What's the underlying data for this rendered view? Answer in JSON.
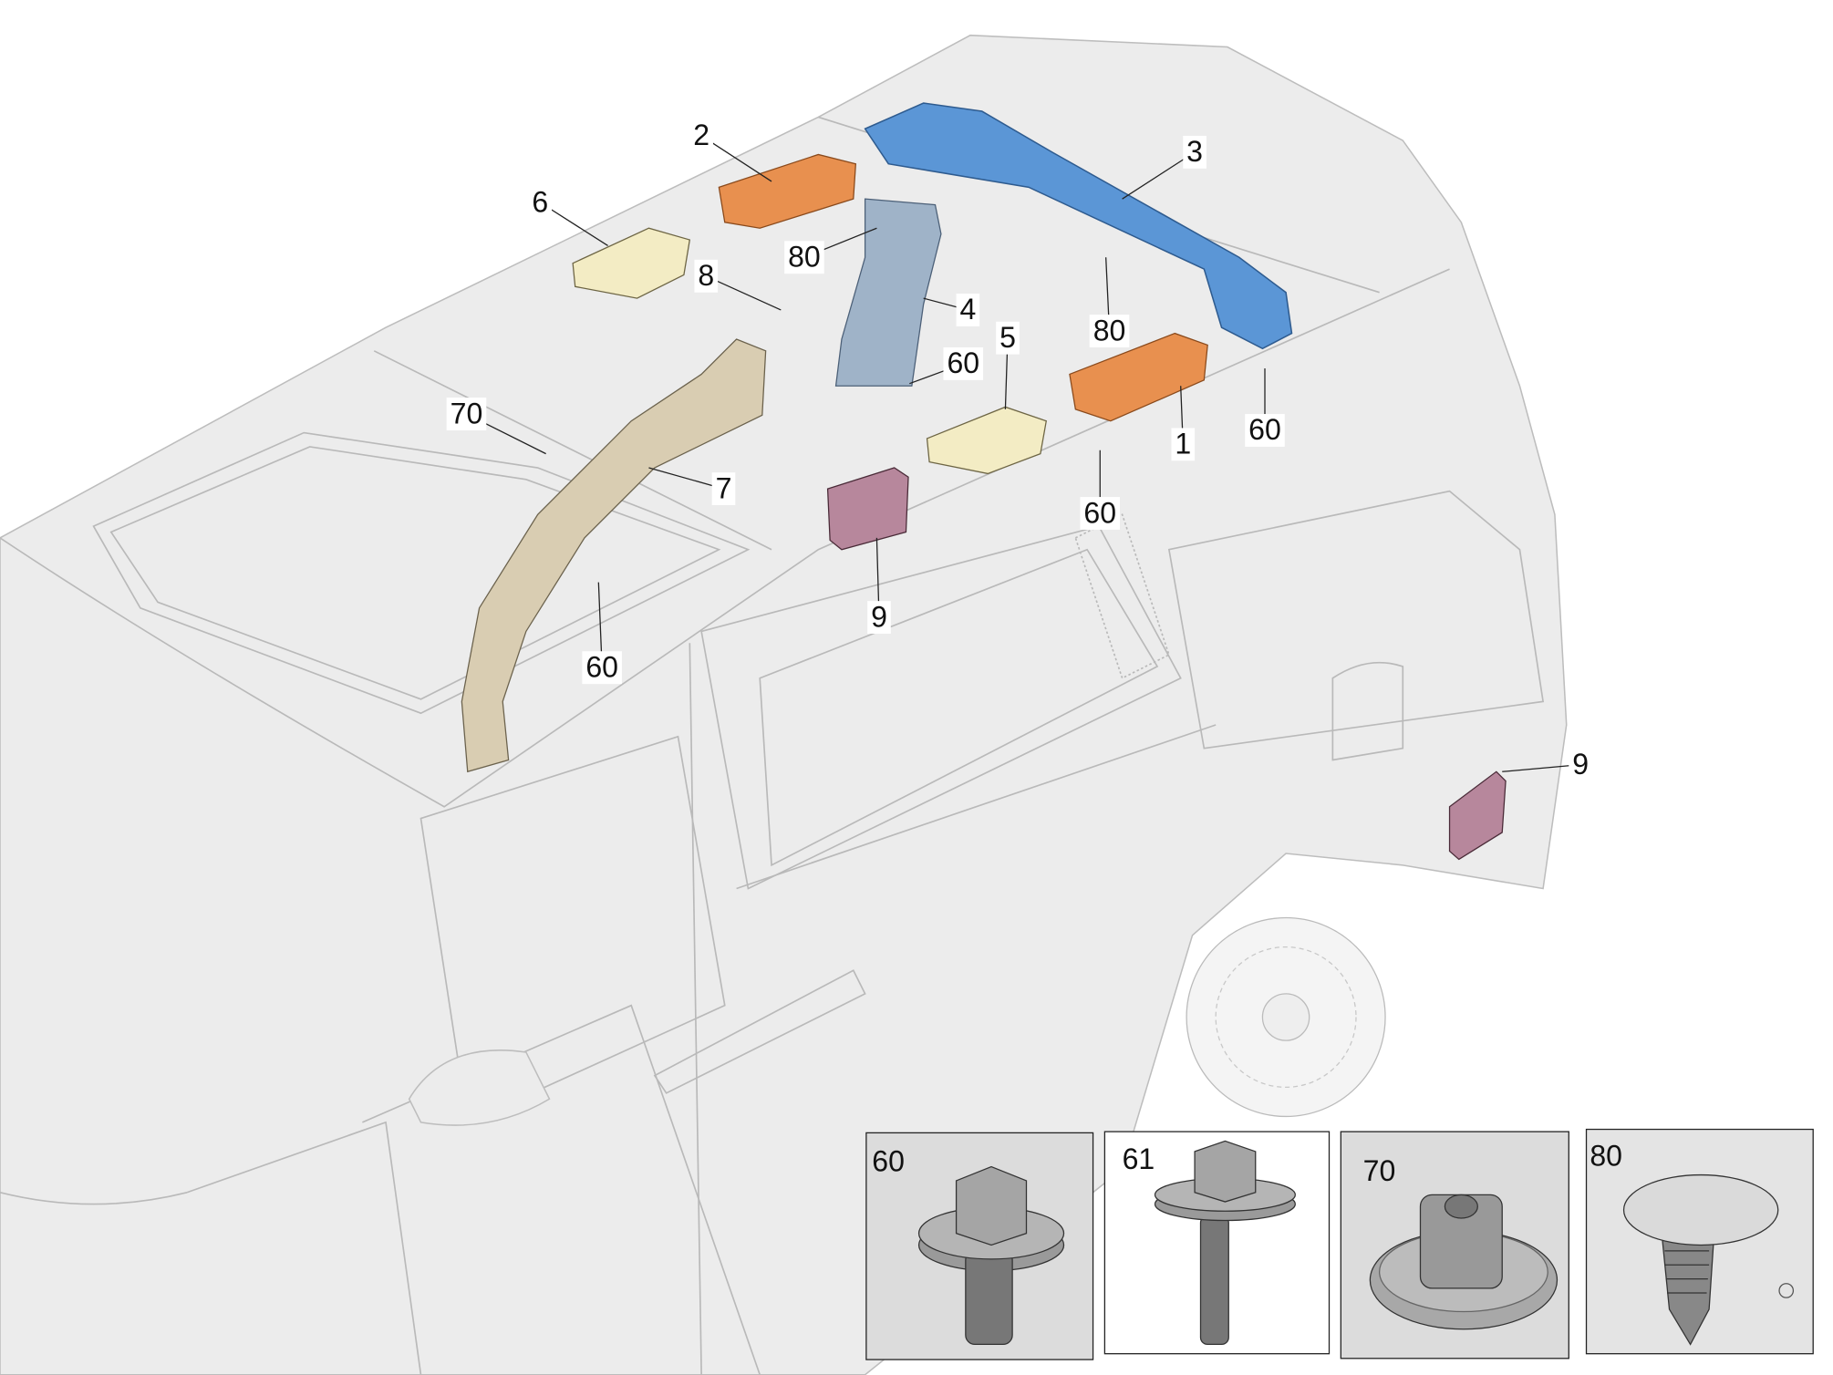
{
  "diagram": {
    "callouts": [
      "1",
      "2",
      "3",
      "4",
      "5",
      "6",
      "7",
      "8",
      "9",
      "9",
      "80",
      "80",
      "60",
      "60",
      "60",
      "60",
      "70"
    ],
    "insets": [
      {
        "label": "60",
        "part": "hex-flange-bolt"
      },
      {
        "label": "61",
        "part": "hex-flange-stud-bolt"
      },
      {
        "label": "70",
        "part": "flange-nut"
      },
      {
        "label": "80",
        "part": "push-clip"
      }
    ],
    "colors": {
      "duct_orange": "#e8904f",
      "duct_blue": "#5b96d6",
      "duct_cream": "#f3ecc4",
      "duct_tan": "#d9cdb2",
      "duct_gray_blue": "#9fb3c8",
      "vent_pink": "#b7879c"
    }
  }
}
